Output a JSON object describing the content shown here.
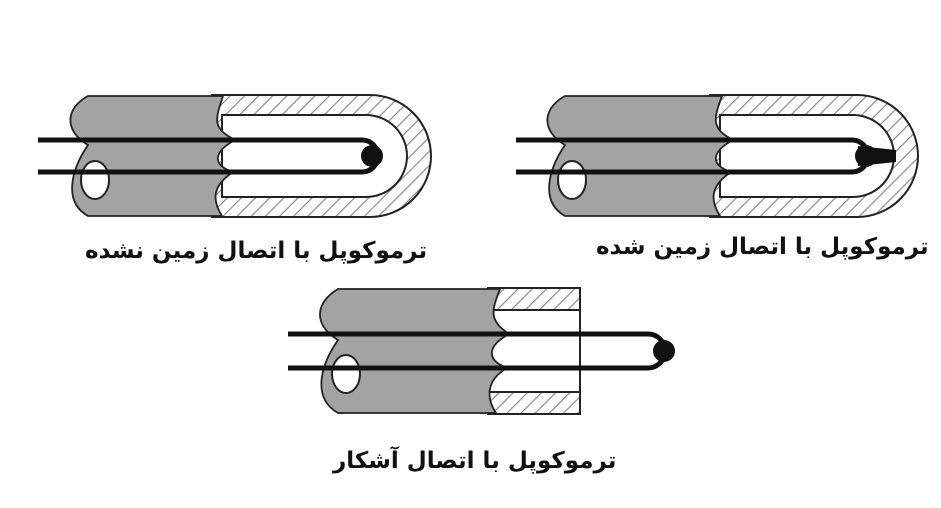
{
  "captions": {
    "ungrounded": "ترموکوپل با اتصال زمین نشده",
    "grounded": "ترموکوپل با اتصال زمین شده",
    "exposed": "ترموکوپل با اتصال آشکار"
  },
  "colors": {
    "insulation": "#a3a3a3",
    "outline": "#222222",
    "wire": "#111111",
    "hatch": "#888888",
    "text": "#111111"
  }
}
